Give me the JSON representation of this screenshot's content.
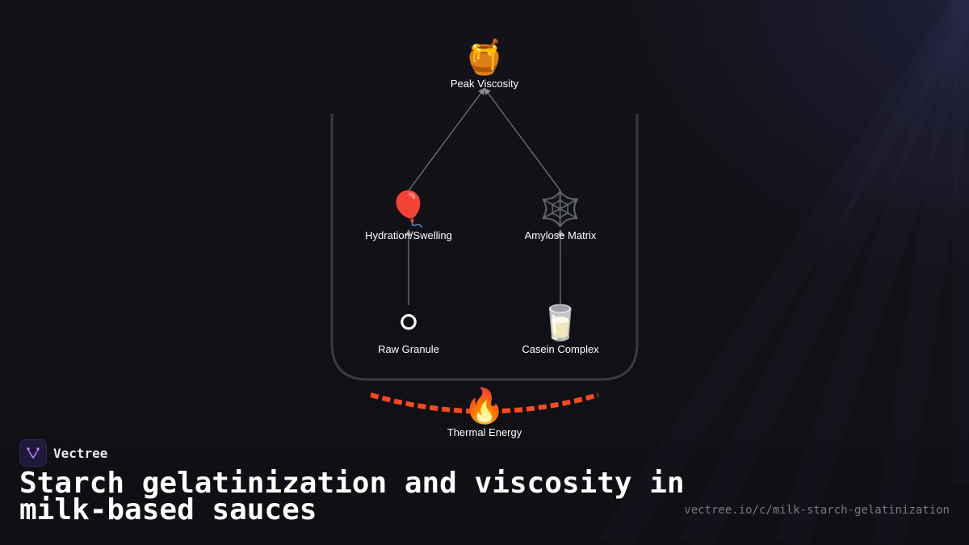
{
  "diagram": {
    "nodes": {
      "peak_viscosity": {
        "icon": "honey-pot-icon",
        "emoji": "🍯",
        "label": "Peak Viscosity"
      },
      "hydration_swelling": {
        "icon": "balloon-icon",
        "emoji": "🎈",
        "label": "Hydration/Swelling"
      },
      "amylose_matrix": {
        "icon": "spider-web-icon",
        "emoji": "🕸️",
        "label": "Amylose Matrix"
      },
      "raw_granule": {
        "icon": "white-circle-icon",
        "emoji": "⚪",
        "label": "Raw Granule"
      },
      "casein_complex": {
        "icon": "milk-glass-icon",
        "emoji": "🥛",
        "label": "Casein Complex"
      },
      "thermal_energy": {
        "icon": "fire-icon",
        "emoji": "🔥",
        "label": "Thermal Energy"
      }
    },
    "edges": [
      {
        "from": "raw_granule",
        "to": "hydration_swelling"
      },
      {
        "from": "casein_complex",
        "to": "amylose_matrix"
      },
      {
        "from": "hydration_swelling",
        "to": "peak_viscosity"
      },
      {
        "from": "amylose_matrix",
        "to": "peak_viscosity"
      }
    ],
    "colors": {
      "pot_outline": "#3a3a40",
      "edge": "#7a7a80",
      "heat_arc": "#ff4a1c"
    }
  },
  "brand": {
    "name": "Vectree",
    "logo_icon": "vectree-logo-icon",
    "accent": "#a855f7"
  },
  "title": "Starch gelatinization and viscosity in milk-based sauces",
  "url": "vectree.io/c/milk-starch-gelatinization"
}
